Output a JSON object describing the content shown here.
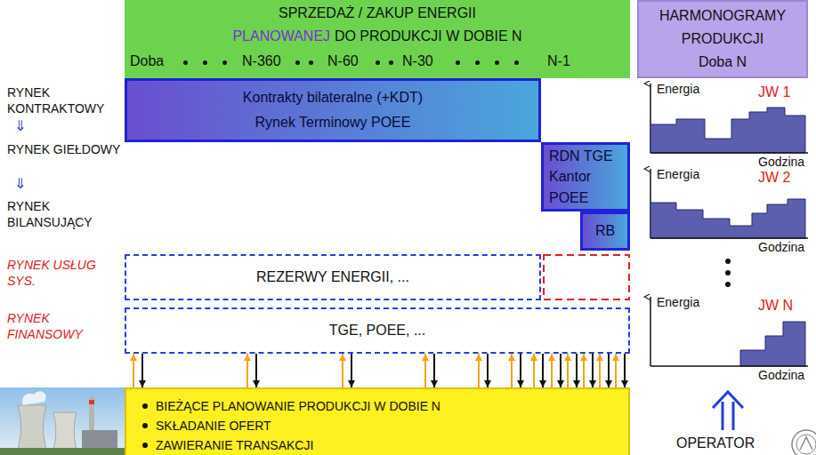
{
  "diagram": {
    "nodes": [
      {
        "text": [
          "SPRZEDAŻ / ZAKUP ENERGII",
          "PLANOWANEJ",
          "DO PRODUKCJI W DOBIE N",
          "Doba",
          "N-360",
          "N-60",
          "N-30",
          "N-1"
        ]
      },
      {
        "text": [
          "HARMONOGRAMY PRODUKCJI",
          "Doba N"
        ]
      },
      {
        "text": [
          "Kontrakty bilateralne (+KDT)",
          "Rynek Terminowy POEE"
        ]
      },
      {
        "text": [
          "RDN TGE Kantor POEE"
        ]
      },
      {
        "text": [
          "RB"
        ]
      },
      {
        "text": [
          "REZERWY ENERGII, ..."
        ]
      },
      {
        "text": [
          "TGE, POEE, ..."
        ]
      },
      {
        "text": [
          "BIEŻĄCE PLANOWANIE PRODUKCJI W DOBIE N",
          "SKŁADANIE OFERT",
          "ZAWIERANIE TRANSAKCJI"
        ]
      }
    ],
    "edges": [
      {
        "from": 7,
        "to": 6,
        "arrow": "to"
      },
      {
        "from": 6,
        "to": 7,
        "arrow": "to"
      },
      {
        "from": 7,
        "to": 6,
        "arrow": "to"
      },
      {
        "from": 6,
        "to": 7,
        "arrow": "to"
      },
      {
        "from": 7,
        "to": 6,
        "arrow": "to"
      },
      {
        "from": 6,
        "to": 7,
        "arrow": "to"
      },
      {
        "from": 7,
        "to": 6,
        "arrow": "to"
      },
      {
        "from": 6,
        "to": 7,
        "arrow": "to"
      },
      {
        "from": 7,
        "to": 6,
        "arrow": "to"
      },
      {
        "from": 6,
        "to": 7,
        "arrow": "to"
      },
      {
        "from": 7,
        "to": 6,
        "arrow": "to"
      },
      {
        "from": 6,
        "to": 7,
        "arrow": "to"
      },
      {
        "from": 7,
        "to": 6,
        "arrow": "to"
      },
      {
        "from": 6,
        "to": 7,
        "arrow": "to"
      },
      {
        "from": 7,
        "to": 6,
        "arrow": "to"
      },
      {
        "from": 6,
        "to": 7,
        "arrow": "to"
      },
      {
        "from": 7,
        "to": 6,
        "arrow": "to"
      },
      {
        "from": 6,
        "to": 7,
        "arrow": "to"
      },
      {
        "from": 7,
        "to": 6,
        "arrow": "to"
      },
      {
        "from": 6,
        "to": 7,
        "arrow": "to"
      },
      {
        "from": 7,
        "to": 6,
        "arrow": "to"
      },
      {
        "from": 6,
        "to": 7,
        "arrow": "to"
      },
      {
        "from": 7,
        "to": 6,
        "arrow": "to"
      },
      {
        "from": 6,
        "to": 7,
        "arrow": "to"
      }
    ],
    "labels": [
      "RYNEK KONTRAKTOWY",
      "⇓",
      "RYNEK GIEŁDOWY",
      "⇓",
      "RYNEK BILANSUJĄCY",
      "RYNEK USŁUG SYS.",
      "RYNEK FINANSOWY",
      "Energia",
      "JW 1",
      "Godzina",
      "Energia",
      "JW 2",
      "Godzina",
      "Energia",
      "JW N",
      "Godzina",
      "OPERATOR"
    ]
  }
}
